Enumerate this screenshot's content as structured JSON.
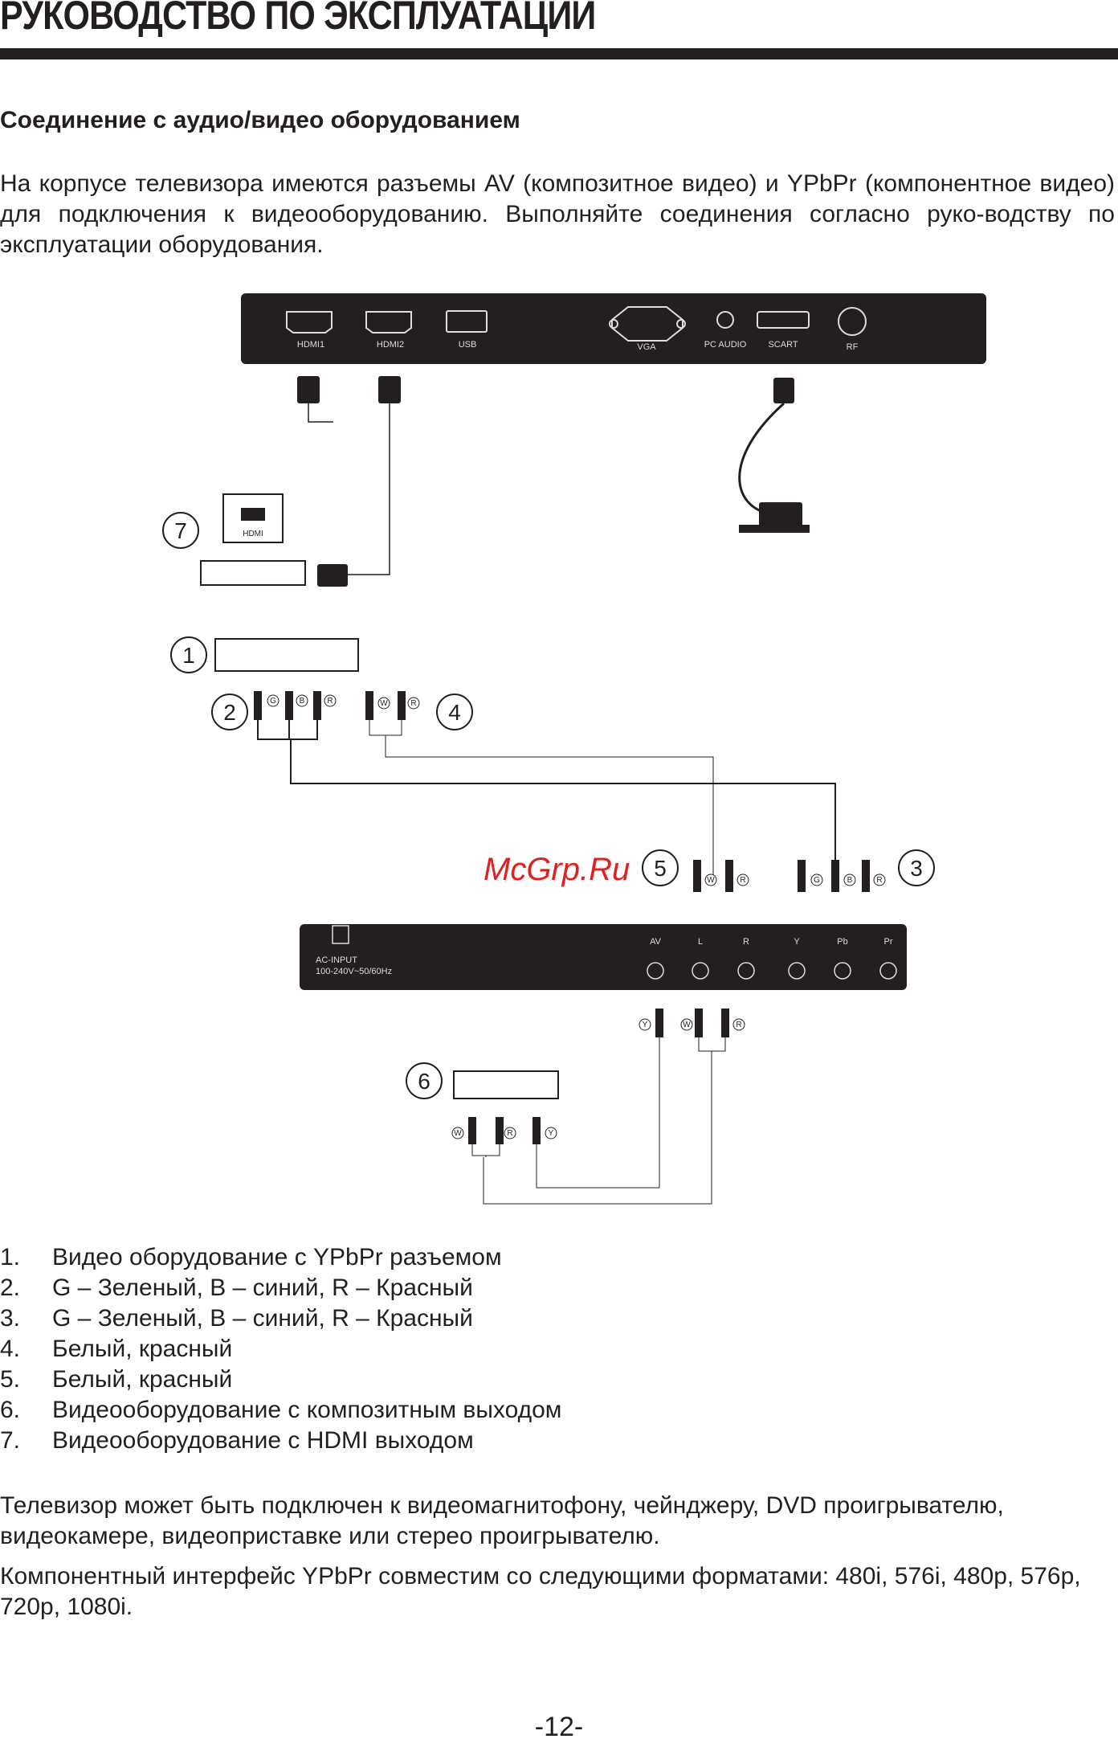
{
  "header": {
    "title": "РУКОВОДСТВО ПО ЭКСПЛУАТАЦИИ"
  },
  "section": {
    "title": "Соединение с аудио/видео оборудованием"
  },
  "intro": "На корпусе телевизора имеются разъемы AV (композитное видео) и YPbPr (компонентное видео) для подключения к видеооборудованию. Выполняйте соединения согласно руко-водству по эксплуатации оборудования.",
  "diagram": {
    "top_panel_ports": [
      "HDMI1",
      "HDMI2",
      "USB",
      "VGA",
      "PC AUDIO",
      "SCART",
      "RF"
    ],
    "bottom_panel_ports": [
      "AV",
      "L",
      "R",
      "Y",
      "Pb",
      "Pr"
    ],
    "power_label_1": "AC-INPUT",
    "power_label_2": "100-240V~50/60Hz",
    "device_hdmi_label": "HDMI",
    "callouts": [
      "1",
      "2",
      "3",
      "4",
      "5",
      "6",
      "7"
    ],
    "plug_letters": {
      "G": "G",
      "B": "B",
      "R": "R",
      "W": "W",
      "Y": "Y"
    },
    "watermark": "McGrp.Ru"
  },
  "legend": [
    {
      "num": "1.",
      "text": "Видео оборудование с YPbPr разъемом"
    },
    {
      "num": "2.",
      "text": "G – Зеленый, B – синий, R – Красный"
    },
    {
      "num": "3.",
      "text": "G – Зеленый, B – синий, R – Красный"
    },
    {
      "num": "4.",
      "text": "Белый, красный"
    },
    {
      "num": "5.",
      "text": "Белый, красный"
    },
    {
      "num": "6.",
      "text": "Видеооборудование с композитным выходом"
    },
    {
      "num": "7.",
      "text": "Видеооборудование с HDMI выходом"
    }
  ],
  "paragraphs": [
    "Телевизор может быть подключен к видеомагнитофону, чейнджеру, DVD проигрывателю, видеокамере, видеоприставке или стерео проигрывателю.",
    "Компонентный интерфейс YPbPr совместим со следующими форматами: 480i, 576i, 480p, 576p, 720p, 1080i."
  ],
  "footer": {
    "page": "-12-"
  }
}
